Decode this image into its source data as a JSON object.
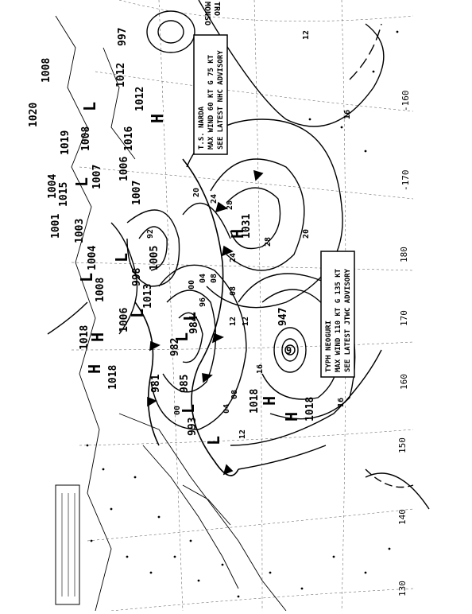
{
  "chart": {
    "pressure_labels": [
      "997",
      "1008",
      "1020",
      "1012",
      "1019",
      "1008",
      "1016",
      "1012",
      "1004",
      "1015",
      "1007",
      "1006",
      "1007",
      "1003",
      "1001",
      "1004",
      "998",
      "1005",
      "1008",
      "1013",
      "1006",
      "1018",
      "984",
      "982",
      "985",
      "981",
      "993",
      "1018",
      "1018",
      "1031",
      "947",
      "1018"
    ],
    "isobar_tags": [
      "12",
      "16",
      "20",
      "24",
      "28",
      "24",
      "28",
      "20",
      "16",
      "12",
      "04",
      "08",
      "00",
      "96",
      "92",
      "08",
      "16",
      "12",
      "08",
      "04",
      "00",
      "16",
      "12"
    ],
    "centers": {
      "highs": [
        "H",
        "H",
        "H",
        "H",
        "H",
        "H"
      ],
      "lows": [
        "L",
        "L",
        "L",
        "L",
        "L",
        "L",
        "L",
        "L",
        "L"
      ]
    },
    "grid_labels": [
      "-160",
      "-170",
      "180",
      "170",
      "160",
      "150",
      "140",
      "130"
    ],
    "corner_text": [
      "MONSO",
      "TRO"
    ],
    "boxes": {
      "narda": [
        "T.S. NARDA",
        "MAX WIND 60 KT G 75 KT",
        "SEE LATEST NHC ADVISORY"
      ],
      "neoguri": [
        "TYPH NEOGURI",
        "MAX WIND 110 KT G 135 KT",
        "SEE LATEST JTWC ADVISORY"
      ]
    },
    "storm_symbol": "9",
    "colors": {
      "ink": "#000000",
      "paper": "#ffffff"
    }
  }
}
